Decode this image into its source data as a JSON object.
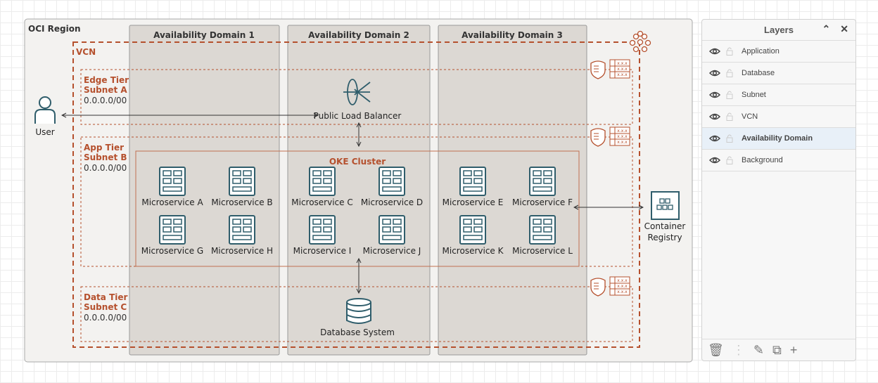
{
  "diagram": {
    "region": "OCI Region",
    "ads": [
      "Availability Domain 1",
      "Availability Domain 2",
      "Availability Domain 3"
    ],
    "vcn": "VCN",
    "subnets": [
      {
        "l1": "Edge Tier",
        "l2": "Subnet A",
        "cidr": "0.0.0.0/00"
      },
      {
        "l1": "App Tier",
        "l2": "Subnet B",
        "cidr": "0.0.0.0/00"
      },
      {
        "l1": "Data Tier",
        "l2": "Subnet C",
        "cidr": "0.0.0.0/00"
      }
    ],
    "user": "User",
    "lb": "Public Load Balancer",
    "cluster": "OKE Cluster",
    "services": [
      "Microservice A",
      "Microservice B",
      "Microservice C",
      "Microservice D",
      "Microservice E",
      "Microservice F",
      "Microservice G",
      "Microservice H",
      "Microservice I",
      "Microservice J",
      "Microservice K",
      "Microservice L"
    ],
    "db": "Database System",
    "registry1": "Container",
    "registry2": "Registry",
    "route_text": "x.x.x",
    "colors": {
      "accent": "#b5502d",
      "icon": "#2f5d6b",
      "ad_fill": "#dcd8d3",
      "region_fill": "#f3f2f0"
    }
  },
  "layers": {
    "title": "Layers",
    "items": [
      {
        "label": "Application"
      },
      {
        "label": "Database"
      },
      {
        "label": "Subnet"
      },
      {
        "label": "VCN"
      },
      {
        "label": "Availability Domain",
        "selected": true
      },
      {
        "label": "Background"
      }
    ]
  }
}
